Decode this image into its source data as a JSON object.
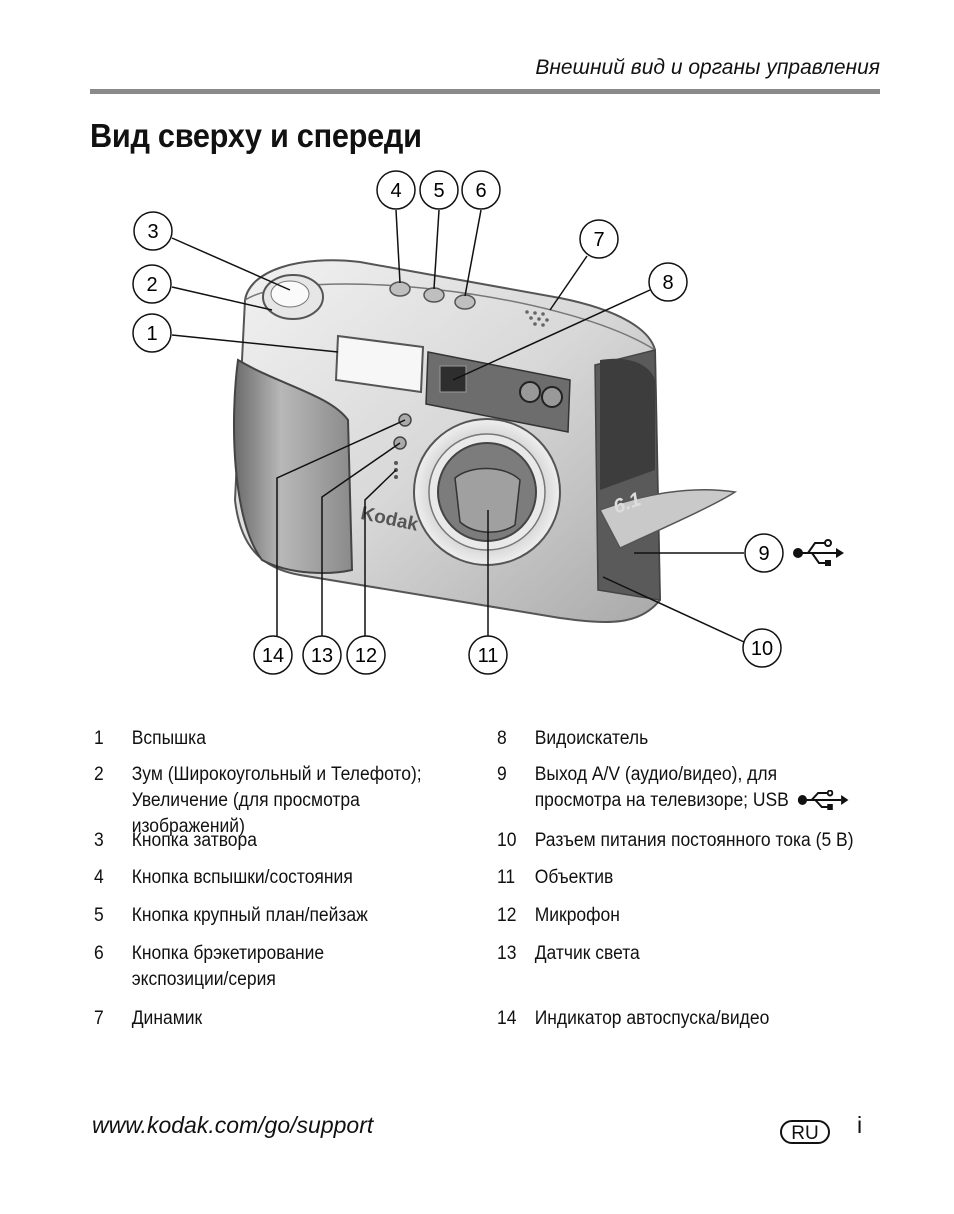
{
  "header": {
    "section_title": "Внешний вид и органы управления"
  },
  "page_title": "Вид сверху и спереди",
  "figure": {
    "brand_mark": "Kodak",
    "badge_text": "6.1",
    "callouts": [
      "1",
      "2",
      "3",
      "4",
      "5",
      "6",
      "7",
      "8",
      "9",
      "10",
      "11",
      "12",
      "13",
      "14"
    ],
    "usb_icon": "usb-icon"
  },
  "legend": {
    "left": [
      {
        "num": "1",
        "lines": [
          "Вспышка"
        ]
      },
      {
        "num": "2",
        "lines": [
          "Зум (Широкоугольный и Телефото);",
          "Увеличение (для просмотра изображений)"
        ]
      },
      {
        "num": "3",
        "lines": [
          "Кнопка затвора"
        ]
      },
      {
        "num": "4",
        "lines": [
          "Кнопка вспышки/состояния"
        ]
      },
      {
        "num": "5",
        "lines": [
          "Кнопка крупный план/пейзаж"
        ]
      },
      {
        "num": "6",
        "lines": [
          "Кнопка брэкетирование",
          "экспозиции/серия"
        ]
      },
      {
        "num": "7",
        "lines": [
          "Динамик"
        ]
      }
    ],
    "right": [
      {
        "num": "8",
        "lines": [
          "Видоискатель"
        ]
      },
      {
        "num": "9",
        "lines": [
          "Выход A/V (аудио/видео), для",
          "просмотра на телевизоре; USB"
        ]
      },
      {
        "num": "10",
        "lines": [
          "Разъем питания постоянного тока (5 В)"
        ]
      },
      {
        "num": "11",
        "lines": [
          "Объектив"
        ]
      },
      {
        "num": "12",
        "lines": [
          "Микрофон"
        ]
      },
      {
        "num": "13",
        "lines": [
          "Датчик света"
        ]
      },
      {
        "num": "14",
        "lines": [
          "Индикатор автоспуска/видео"
        ]
      }
    ]
  },
  "footer": {
    "url": "www.kodak.com/go/support",
    "language_badge": "RU",
    "page_number": "i"
  }
}
